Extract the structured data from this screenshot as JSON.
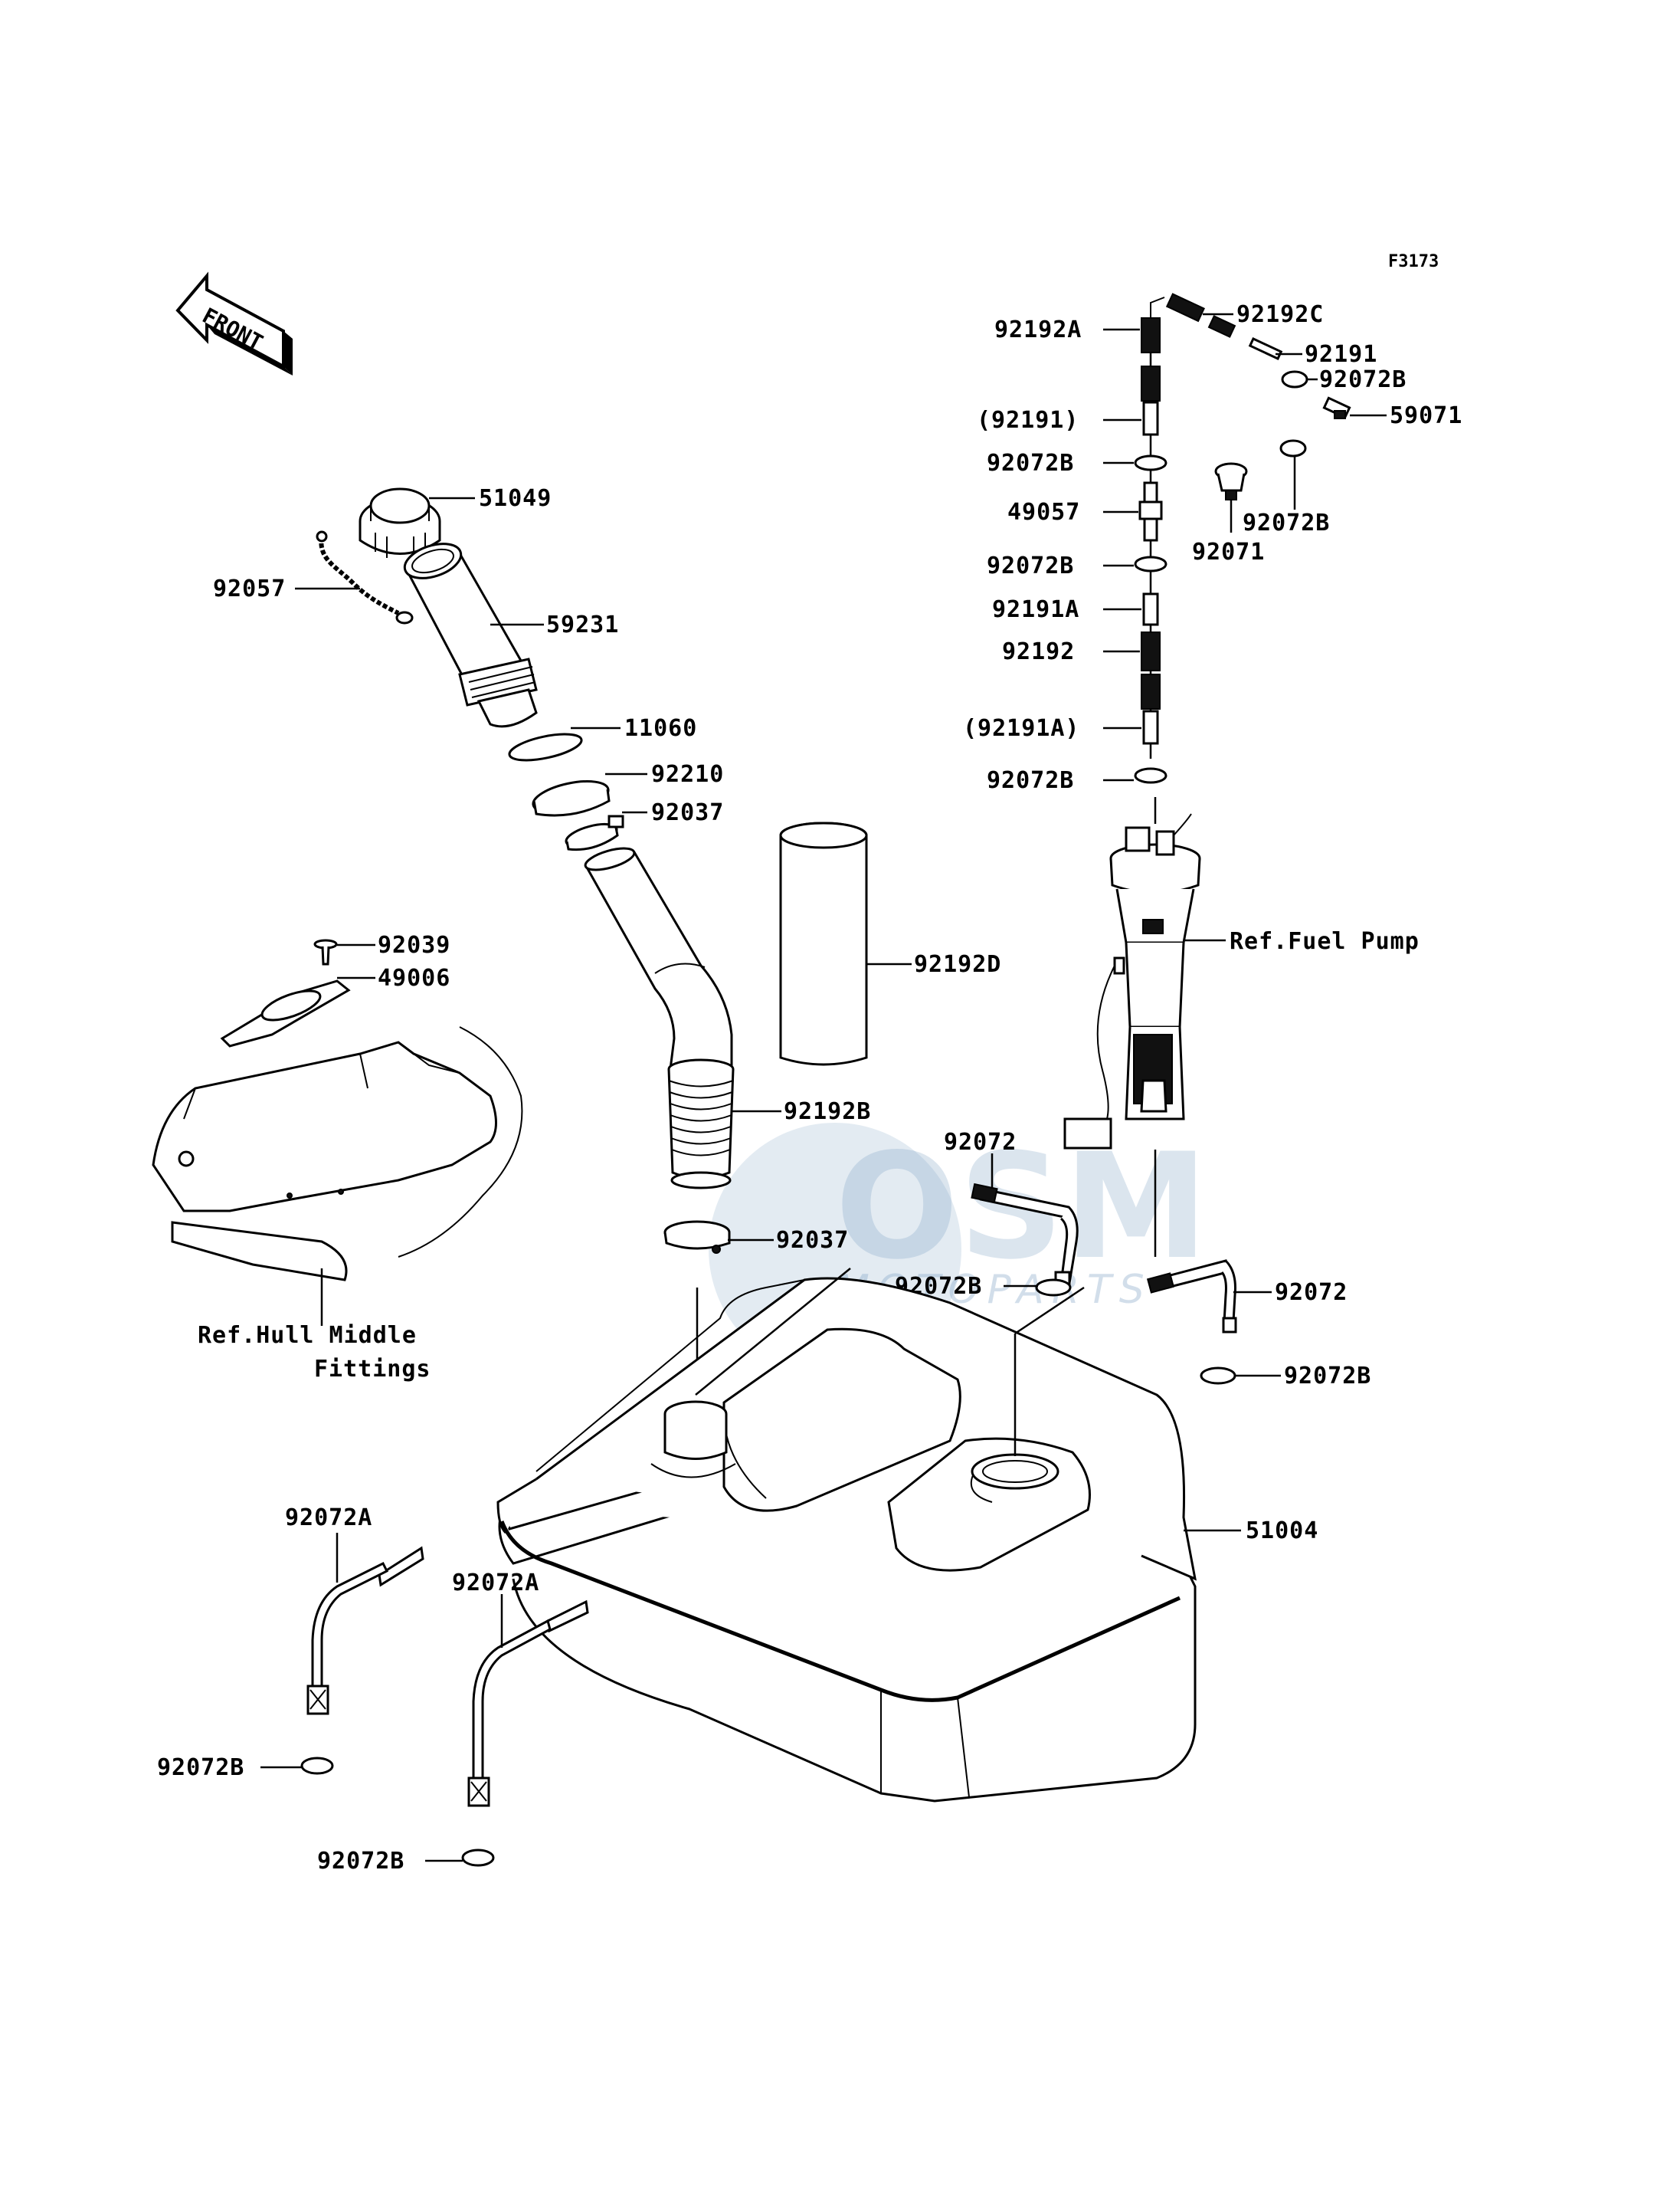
{
  "diagram_code": "F3173",
  "front_label": "FRONT",
  "watermark": {
    "brand": "OSM",
    "sub": "MOTOPARTS"
  },
  "labels": {
    "l51049": "51049",
    "l92057": "92057",
    "l59231": "59231",
    "l11060": "11060",
    "l92210": "92210",
    "l92037a": "92037",
    "l92039": "92039",
    "l49006": "49006",
    "l92192d": "92192D",
    "l92192b": "92192B",
    "l92037b": "92037",
    "hull_ref_1": "Ref.Hull Middle",
    "hull_ref_2": "Fittings",
    "l92192a": "92192A",
    "l92192c": "92192C",
    "l92191": "92191",
    "l92072b_1": "92072B",
    "l59071": "59071",
    "l92191_p": "(92191)",
    "l92072b_2": "92072B",
    "l49057": "49057",
    "l92072b_3": "92072B",
    "l92071": "92071",
    "l92072b_4": "92072B",
    "l92191a": "92191A",
    "l92192": "92192",
    "l92191a_p": "(92191A)",
    "l92072b_5": "92072B",
    "fuel_pump_ref": "Ref.Fuel Pump",
    "l92072_1": "92072",
    "l92072b_6": "92072B",
    "l92072_2": "92072",
    "l92072b_7": "92072B",
    "l51004": "51004",
    "l92072a_1": "92072A",
    "l92072a_2": "92072A",
    "l92072b_8": "92072B",
    "l92072b_9": "92072B"
  }
}
